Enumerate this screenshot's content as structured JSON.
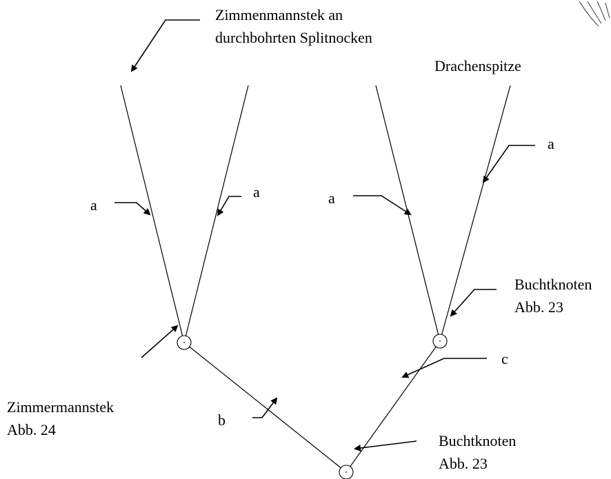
{
  "labels": {
    "top_left_line1": "Zimmenmannstek an",
    "top_left_line2": "durchbohrten Splitnocken",
    "top_right": "Drachenspitze",
    "a1": "a",
    "a2": "a",
    "a3": "a",
    "a4": "a",
    "bucht1_line1": "Buchtknoten",
    "bucht1_line2": "Abb. 23",
    "c": "c",
    "zimmer_line1": "Zimmermannstek",
    "zimmer_line2": "Abb. 24",
    "b": "b",
    "bucht2_line1": "Buchtknoten",
    "bucht2_line2": "Abb. 23"
  },
  "colors": {
    "ink": "#000000",
    "background": "#ffffff"
  },
  "decoration": "partial-sketch-corner-top-right"
}
